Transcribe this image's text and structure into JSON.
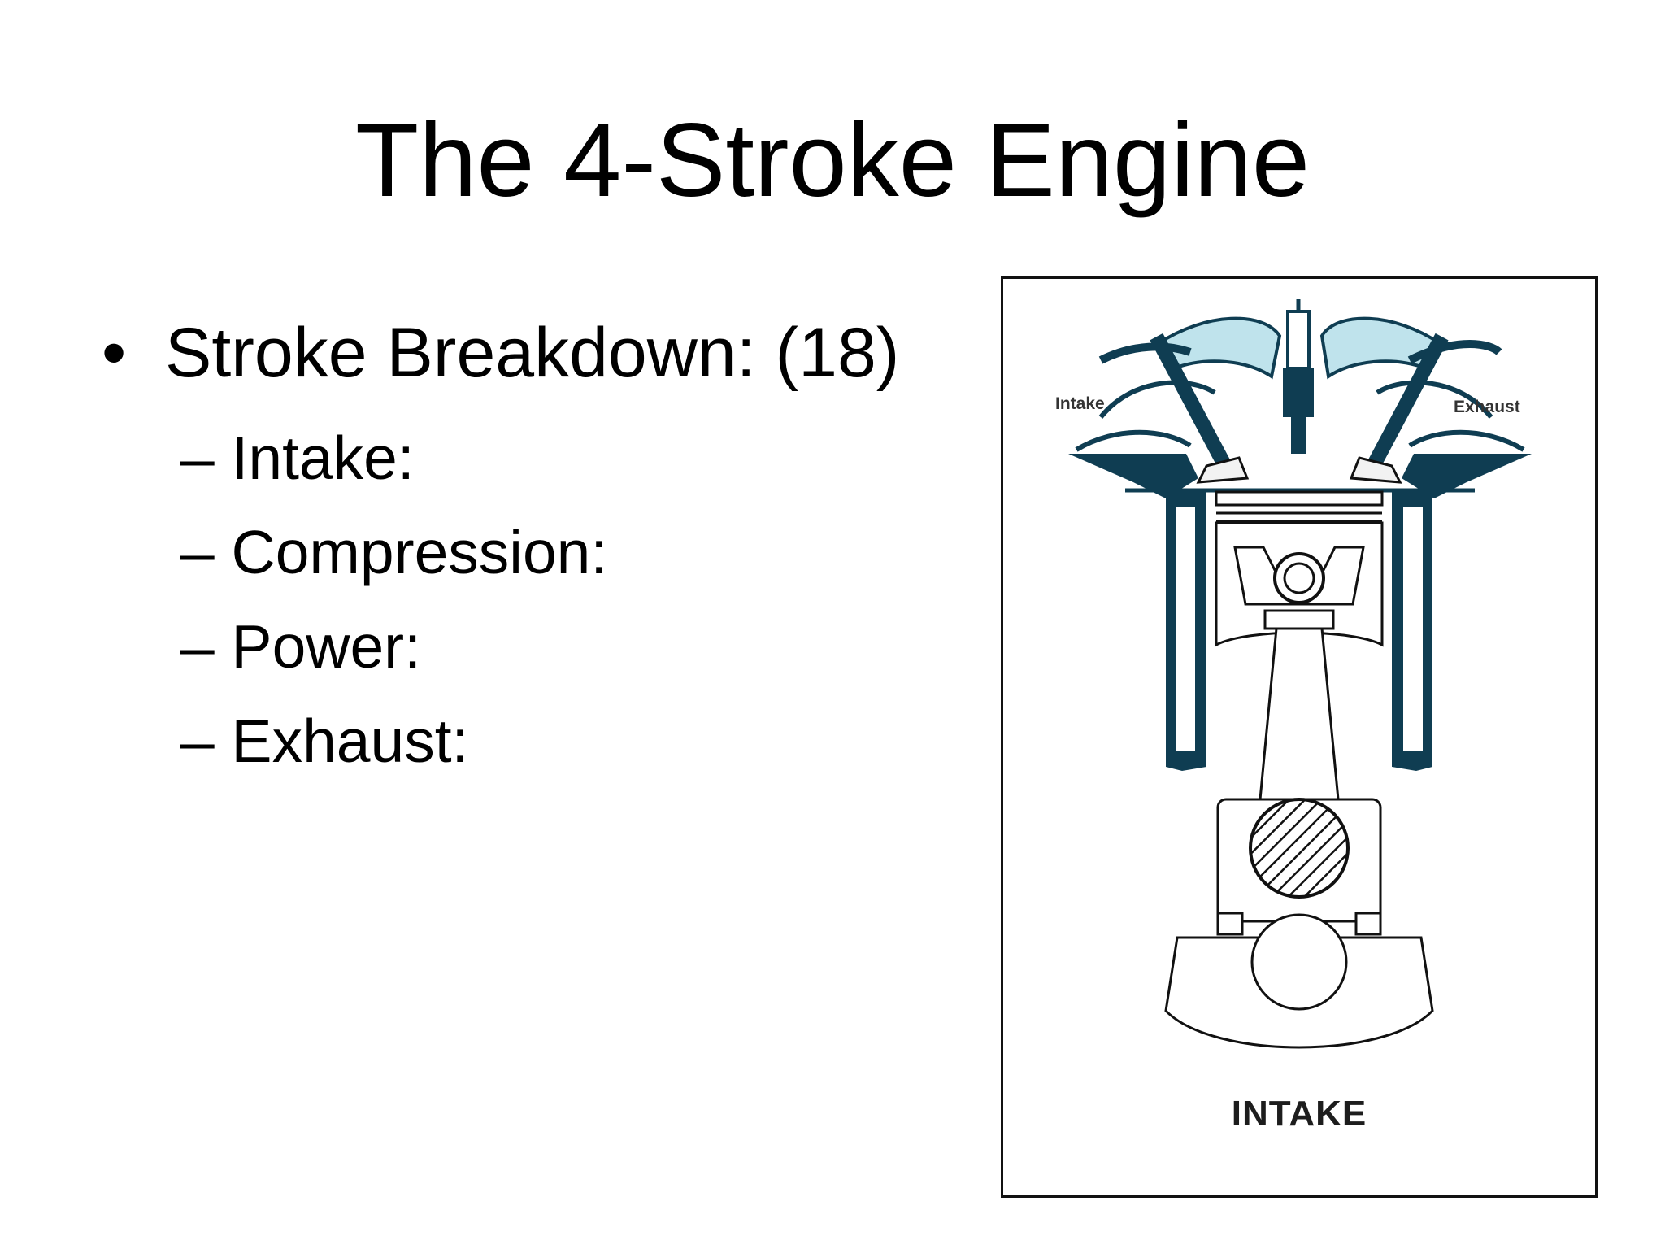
{
  "slide": {
    "title": "The 4-Stroke Engine",
    "bullet_marker": "•",
    "main_bullet": "Stroke Breakdown:  (18)",
    "sub_items": [
      "– Intake:",
      "– Compression:",
      "– Power:",
      "– Exhaust:"
    ]
  },
  "figure": {
    "caption": "INTAKE",
    "intake_label": "Intake",
    "exhaust_label": "Exhaust",
    "colors": {
      "engine_blue": "#0f3d52",
      "light_blue": "#bfe3ec",
      "line": "#111111"
    }
  }
}
